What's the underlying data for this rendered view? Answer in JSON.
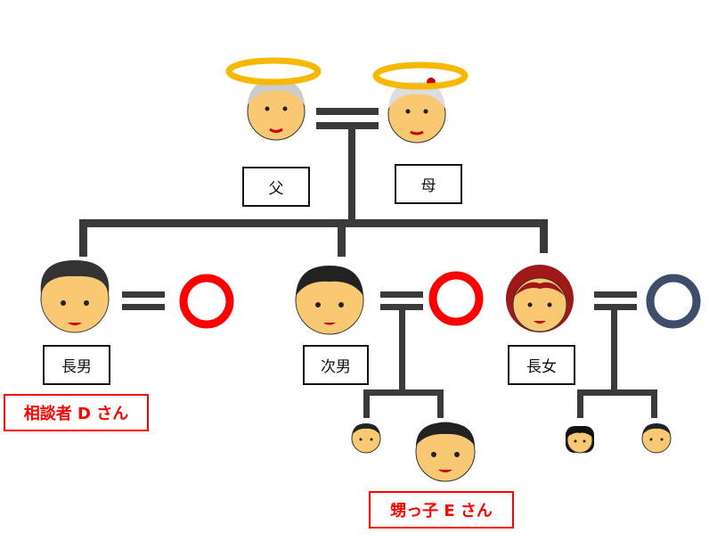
{
  "people": {
    "father": {
      "label": "父"
    },
    "mother": {
      "label": "母"
    },
    "eldest_son": {
      "label": "長男",
      "note": "相談者 D さん"
    },
    "second_son": {
      "label": "次男"
    },
    "eldest_daughter": {
      "label": "長女"
    },
    "nephew": {
      "note": "甥っ子 E さん"
    }
  },
  "colors": {
    "line": "#3a3a3a",
    "halo": "#f6b800",
    "spouse_red": "#ff0000",
    "spouse_gray": "#3d4d6a",
    "skin": "#f8c873"
  }
}
